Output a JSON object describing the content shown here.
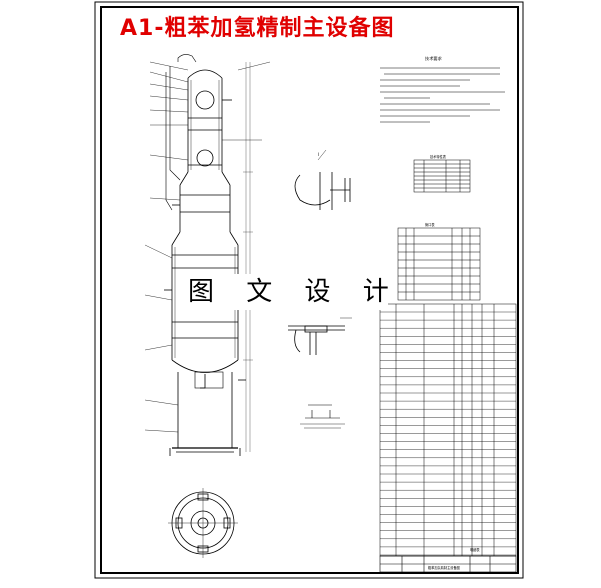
{
  "drawing": {
    "title": "A1-粗苯加氢精制主设备图",
    "watermark": "图 文 设 计"
  },
  "tech_requirements": {
    "heading": "技术要求"
  },
  "nozzle_table": {
    "heading": "管口表"
  },
  "small_table": {
    "heading": "技术特性表"
  },
  "parts_list": {
    "heading": "明细表"
  },
  "title_block": {
    "drawing_name": "粗苯加氢精制主设备图"
  },
  "colors": {
    "title": "#e00000",
    "line": "#000000",
    "background": "#ffffff"
  }
}
